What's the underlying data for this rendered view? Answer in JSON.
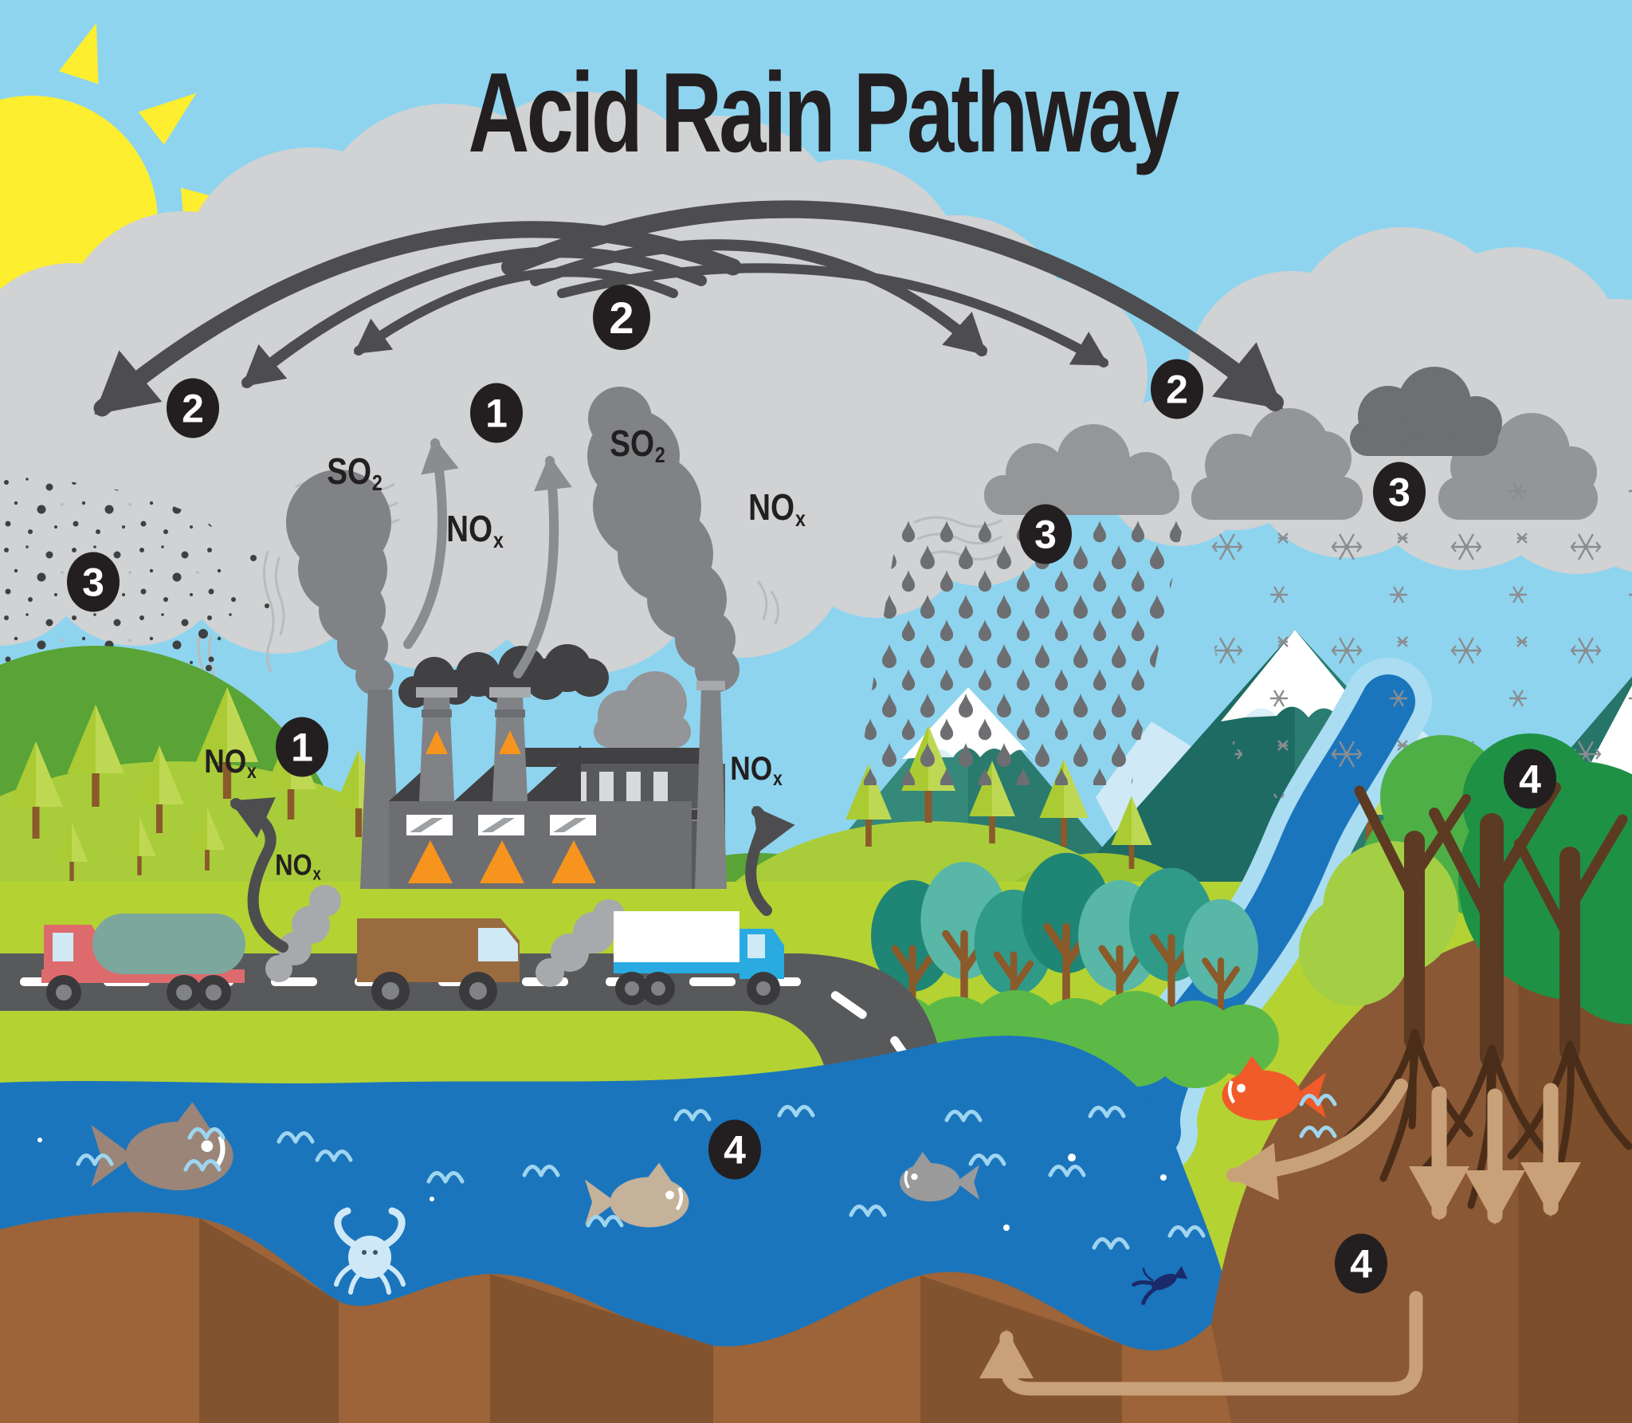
{
  "title": "Acid Rain Pathway",
  "badges": {
    "emission_sky": "1",
    "emission_source": "1",
    "transport_top": "2",
    "transport_left": "2",
    "transport_right": "2",
    "deposition_dry": "3",
    "deposition_rain": "3",
    "deposition_snow": "3",
    "effect_trees": "4",
    "effect_water": "4",
    "effect_soil": "4"
  },
  "chem_labels": {
    "so2_sky_left": {
      "base": "SO",
      "sub": "2"
    },
    "nox_sky_left": {
      "base": "NO",
      "sub": "x"
    },
    "so2_sky_right": {
      "base": "SO",
      "sub": "2"
    },
    "nox_sky_right": {
      "base": "NO",
      "sub": "x"
    },
    "nox_factory_left": {
      "base": "NO",
      "sub": "x"
    },
    "nox_truck": {
      "base": "NO",
      "sub": "x"
    },
    "nox_factory_right": {
      "base": "NO",
      "sub": "x"
    }
  },
  "colors": {
    "sky": "#8ed4ef",
    "cloud": "#d0d2d3",
    "cloud_dark": "#6e6f72",
    "smoke": "#808285",
    "arrow_dark": "#4d4d4f",
    "arrow_gray": "#8a8d8f",
    "arrow_tan": "#c9a179",
    "badge_bg": "#231f20",
    "badge_text": "#ffffff",
    "title_text": "#231f20",
    "sun": "#fdee30",
    "grass": "#b5d233",
    "bush": "#5cb947",
    "mountain": "#1d6b62",
    "snowcap": "#ffffff",
    "water": "#1b75bc",
    "river_edge": "#aadcf2",
    "seabed": "#9c6438",
    "soil": "#8a5835",
    "road": "#58595b",
    "orange": "#f7941d",
    "truck_red": "#dd6b6d",
    "truck_tank": "#7ba79d",
    "truck_brown": "#9a6b3f",
    "truck_blue": "#29abe2",
    "fish_orange": "#f15a29",
    "crab_blue": "#cfe8f7",
    "crayfish_navy": "#1b2a6b"
  }
}
